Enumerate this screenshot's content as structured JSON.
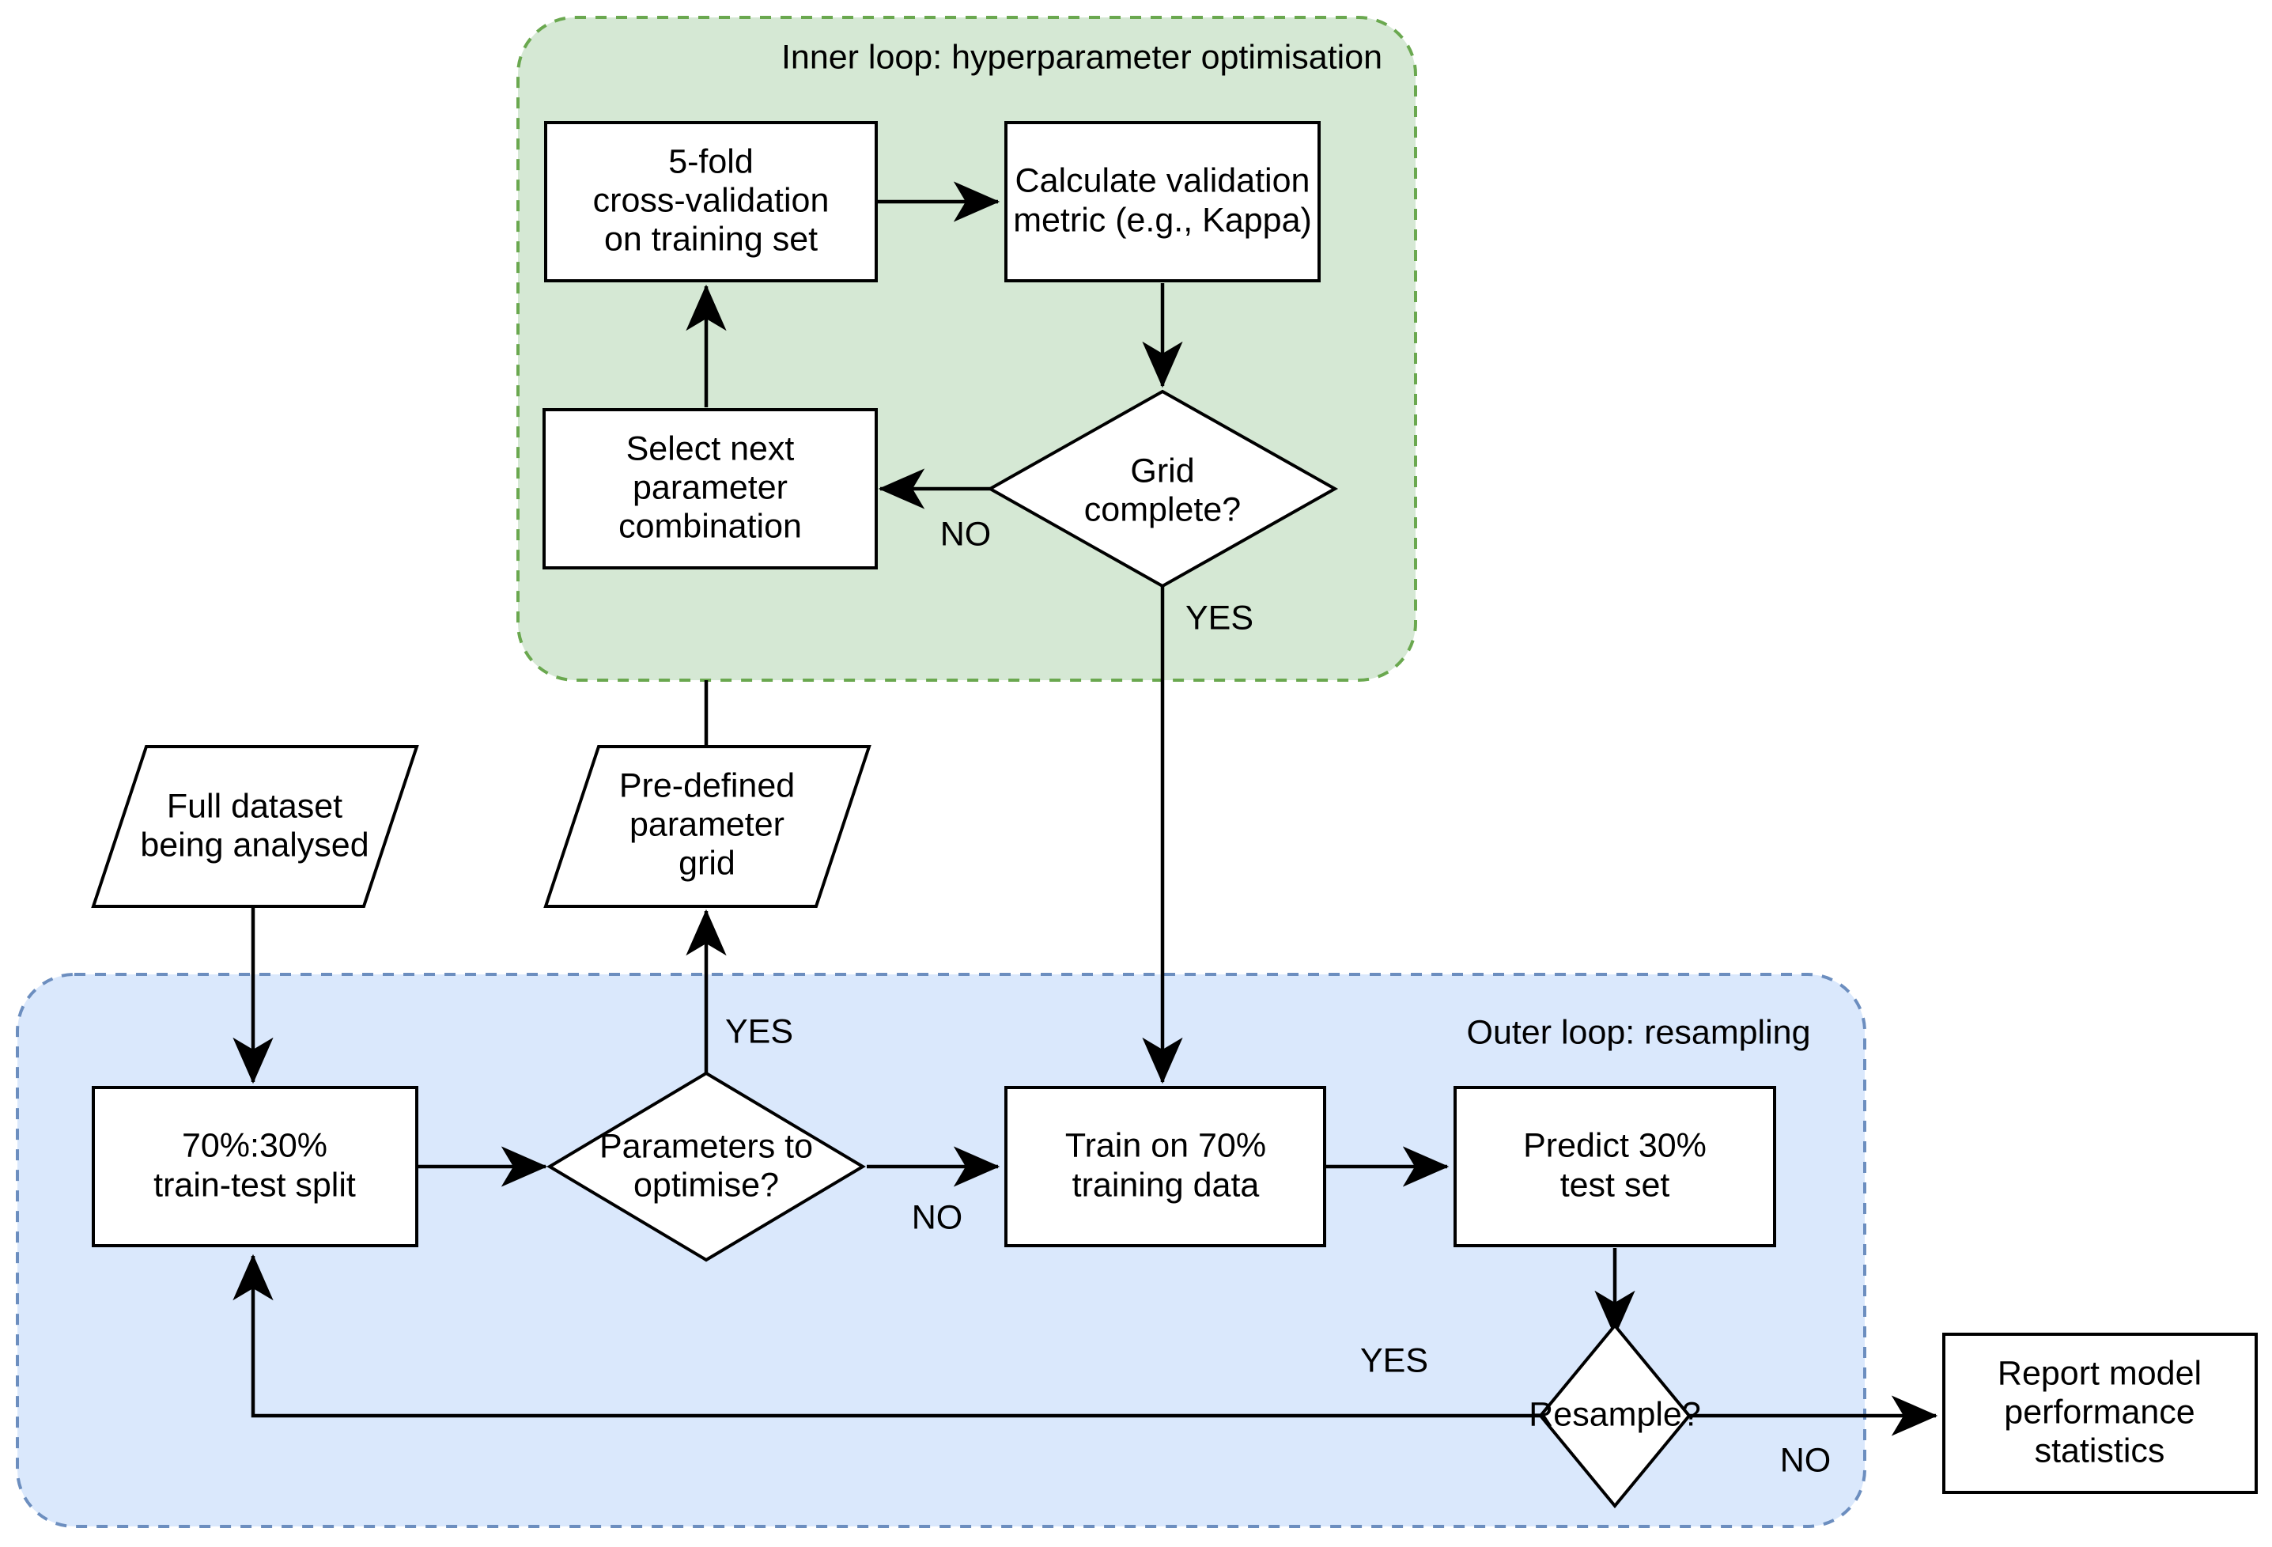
{
  "diagram": {
    "title": "Nested cross-validation model training flowchart",
    "colors": {
      "inner_loop_fill": "#d5e8d4",
      "inner_loop_stroke": "#6aa84f",
      "outer_loop_fill": "#dae8fc",
      "outer_loop_stroke": "#6c8ebf",
      "node_fill": "#ffffff",
      "node_stroke": "#000000",
      "edge_stroke": "#000000"
    },
    "groups": [
      {
        "id": "inner-loop",
        "label": "Inner loop: hyperparameter optimisation",
        "fill": "#d5e8d4"
      },
      {
        "id": "outer-loop",
        "label": "Outer loop: resampling",
        "fill": "#dae8fc"
      }
    ],
    "nodes": [
      {
        "id": "cross-validation",
        "shape": "process",
        "lines": [
          "5-fold",
          "cross-validation",
          "on training set"
        ]
      },
      {
        "id": "calculate-metric",
        "shape": "process",
        "lines": [
          "Calculate validation",
          "metric (e.g., Kappa)"
        ]
      },
      {
        "id": "select-next-parameter",
        "shape": "process",
        "lines": [
          "Select next",
          "parameter",
          "combination"
        ]
      },
      {
        "id": "grid-complete",
        "shape": "decision",
        "lines": [
          "Grid",
          "complete?"
        ]
      },
      {
        "id": "full-dataset",
        "shape": "data",
        "lines": [
          "Full dataset",
          "being analysed"
        ]
      },
      {
        "id": "parameter-grid",
        "shape": "data",
        "lines": [
          "Pre-defined",
          "parameter",
          "grid"
        ]
      },
      {
        "id": "train-test-split",
        "shape": "process",
        "lines": [
          "70%:30%",
          "train-test split"
        ]
      },
      {
        "id": "parameters-to-optimise",
        "shape": "decision",
        "lines": [
          "Parameters to",
          "optimise?"
        ]
      },
      {
        "id": "train-model",
        "shape": "process",
        "lines": [
          "Train on 70%",
          "training data"
        ]
      },
      {
        "id": "predict-test-set",
        "shape": "process",
        "lines": [
          "Predict 30%",
          "test set"
        ]
      },
      {
        "id": "resample",
        "shape": "decision",
        "lines": [
          "Resample?"
        ]
      },
      {
        "id": "report-statistics",
        "shape": "process",
        "lines": [
          "Report model",
          "performance",
          "statistics"
        ]
      }
    ],
    "edge_labels": [
      {
        "id": "grid-complete-no",
        "text": "NO"
      },
      {
        "id": "grid-complete-yes",
        "text": "YES"
      },
      {
        "id": "parameters-yes",
        "text": "YES"
      },
      {
        "id": "parameters-no",
        "text": "NO"
      },
      {
        "id": "resample-yes",
        "text": "YES"
      },
      {
        "id": "resample-no",
        "text": "NO"
      }
    ]
  }
}
